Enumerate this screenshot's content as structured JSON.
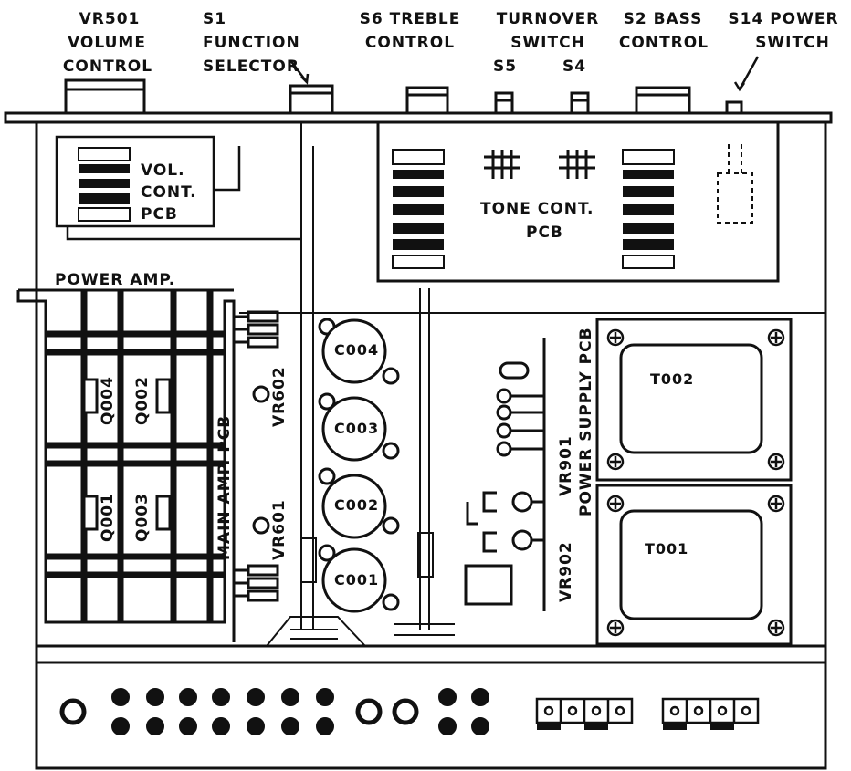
{
  "top_labels": {
    "vr501": "VR501",
    "volume": "VOLUME",
    "control": "CONTROL",
    "s1": "S1",
    "function": "FUNCTION",
    "selector": "SELECTOR",
    "s6_treble": "S6 TREBLE",
    "treble_control": "CONTROL",
    "turnover": "TURNOVER",
    "switch": "SWITCH",
    "s5": "S5",
    "s4": "S4",
    "s2_bass": "S2 BASS",
    "bass_control": "CONTROL",
    "s14_power": "S14 POWER",
    "power_switch": "SWITCH"
  },
  "board_labels": {
    "vol_line1": "VOL.",
    "vol_line2": "CONT.",
    "vol_line3": "PCB",
    "tone_line1": "TONE  CONT.",
    "tone_line2": "PCB",
    "power_amp": "POWER AMP.",
    "main_amp_pcb": "MAIN AMP. PCB",
    "power_supply_pcb": "POWER SUPPLY PCB"
  },
  "components": {
    "q004": "Q004",
    "q002": "Q002",
    "q001": "Q001",
    "q003": "Q003",
    "vr602": "VR602",
    "vr601": "VR601",
    "c004": "C004",
    "c003": "C003",
    "c002": "C002",
    "c001": "C001",
    "vr901": "VR901",
    "vr902": "VR902",
    "t002": "T002",
    "t001": "T001"
  },
  "colors": {
    "ink": "#111111",
    "paper": "#ffffff"
  }
}
